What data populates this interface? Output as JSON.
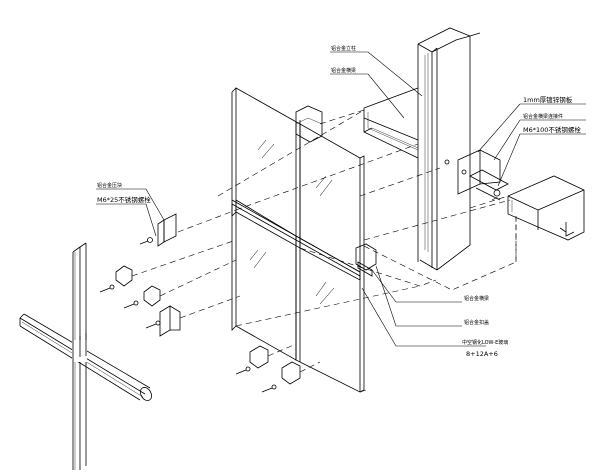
{
  "colors": {
    "line": "#000000",
    "background": "#ffffff"
  },
  "labels": {
    "top_col_1": "铝合金立柱",
    "top_col_2": "铝合金横梁",
    "r_1": "1mm厚镀锌钢板",
    "r_2": "铝合金横梁连接件",
    "r_3": "M6*100不锈钢螺栓",
    "l_1": "铝合金压块",
    "l_2": "M6*25不锈钢螺栓",
    "b_1": "铝合金横梁",
    "b_2": "铝合金扣盖",
    "b_3": "中空钢化LOW-E玻璃",
    "b_4": "8+12A+6"
  }
}
